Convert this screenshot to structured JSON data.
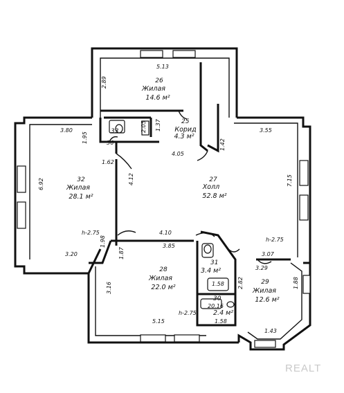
{
  "rooms": [
    {
      "id": "26",
      "name": "Жилая",
      "area": "14.6 м²"
    },
    {
      "id": "32",
      "name": "Жилая",
      "area": "28.1 м²"
    },
    {
      "id": "27",
      "name": "Холл",
      "area": "52.8 м²"
    },
    {
      "id": "28",
      "name": "Жилая",
      "area": "22.0 м²"
    },
    {
      "id": "33",
      "area": ""
    },
    {
      "id": "25",
      "name": "Корид",
      "area": "4.3 м²"
    },
    {
      "id": "31",
      "area": "3.4 м²"
    },
    {
      "id": "30",
      "area": "2.4 м²"
    },
    {
      "id": "29",
      "name": "Жилая",
      "area": "12.6 м²"
    }
  ],
  "dimensions": {
    "d_513": "5.13",
    "d_289": "2.89",
    "d_380": "3.80",
    "d_195": "1.95",
    "d_205": "2.05",
    "d_137": "1.37",
    "d_355": "3.55",
    "d_405": "4.05",
    "d_162": "1.62",
    "d_692": "6.92",
    "d_412": "4.12",
    "d_142": "1.42",
    "d_715": "7.15",
    "d_h275_a": "h-2.75",
    "d_410": "4.10",
    "d_h275_b": "h-2.75",
    "d_198": "1.98",
    "d_320": "3.20",
    "d_385": "3.85",
    "d_187": "1.87",
    "d_307": "3.07",
    "d_329": "3.29",
    "d_316": "3.16",
    "d_282": "2.82",
    "d_188": "1.88",
    "d_515": "5.15",
    "d_h275_c": "h-2.75",
    "d_158": "1.58",
    "d_158b": "1.58",
    "d_143": "1.43",
    "d_36": "36",
    "d_2016": "20.16"
  },
  "watermark": "REALT"
}
